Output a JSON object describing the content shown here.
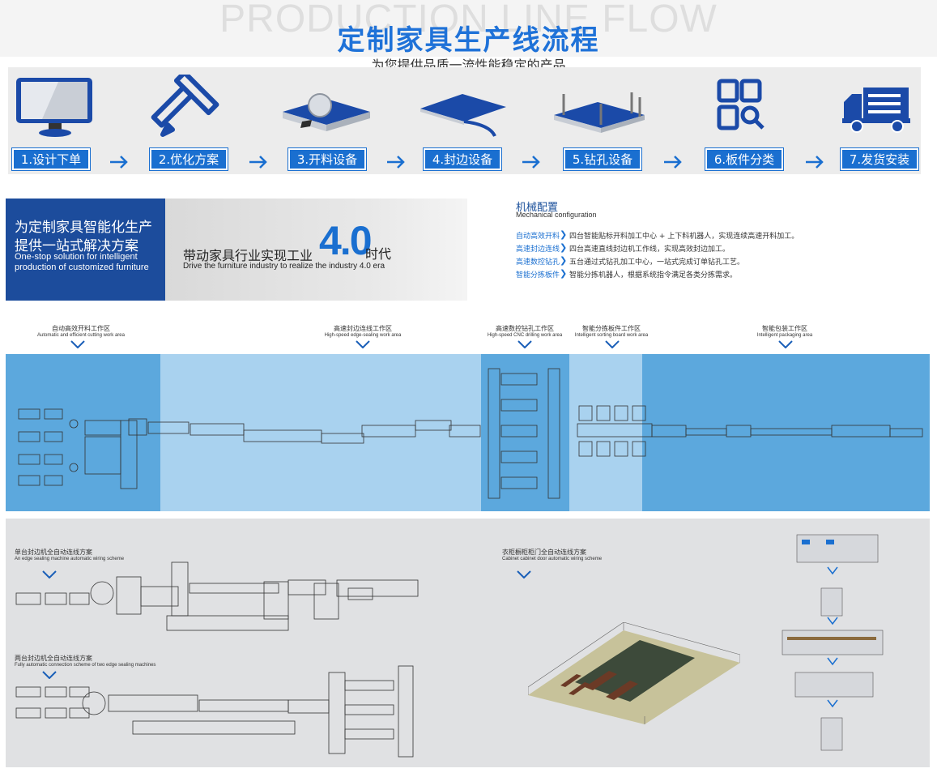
{
  "header": {
    "background_word": "PRODUCTION LINE FLOW",
    "title": "定制家具生产线流程",
    "subtitle": "为您提供品质一流性能稳定的产品"
  },
  "steps": [
    {
      "label": "1.设计下单",
      "icon": "monitor-icon"
    },
    {
      "label": "2.优化方案",
      "icon": "pencil-ruler-icon"
    },
    {
      "label": "3.开料设备",
      "icon": "saw-board-icon"
    },
    {
      "label": "4.封边设备",
      "icon": "edge-banding-icon"
    },
    {
      "label": "5.钻孔设备",
      "icon": "drill-board-icon"
    },
    {
      "label": "6.板件分类",
      "icon": "sort-search-icon"
    },
    {
      "label": "7.发货安装",
      "icon": "truck-icon"
    }
  ],
  "solution": {
    "cn_line1": "为定制家具智能化生产",
    "cn_line2": "提供一站式解决方案",
    "en_line1": "One-stop solution for intelligent",
    "en_line2": "production of customized furniture",
    "era_prefix": "带动家具行业实现工业",
    "era_number": "4.0",
    "era_suffix": "时代",
    "era_en": "Drive the furniture industry to realize the industry 4.0 era"
  },
  "mechanical": {
    "title": "机械配置",
    "subtitle": "Mechanical configuration",
    "items": [
      {
        "key": "自动高效开料",
        "desc": "四台智能贴标开料加工中心 + 上下料机器人，实现连续高速开料加工。"
      },
      {
        "key": "高速封边连线",
        "desc": "四台高速直线封边机工作线，实现高效封边加工。"
      },
      {
        "key": "高速数控钻孔",
        "desc": "五台通过式钻孔加工中心，一站式完成订单钻孔工艺。"
      },
      {
        "key": "智能分拣板件",
        "desc": "智能分拣机器人，根据系统指令满足各类分拣需求。"
      }
    ]
  },
  "zones": [
    {
      "cn": "自动高效开料工作区",
      "en": "Automatic and efficient cutting work area"
    },
    {
      "cn": "高速封边连线工作区",
      "en": "High-speed edge-sealing work area"
    },
    {
      "cn": "高速数控钻孔工作区",
      "en": "High-speed CNC drilling work area"
    },
    {
      "cn": "智能分拣板件工作区",
      "en": "Intelligent sorting board work area"
    },
    {
      "cn": "智能包装工作区",
      "en": "Intelligent packaging area"
    }
  ],
  "lower": {
    "single": {
      "cn": "单台封边机全自动连线方案",
      "en": "An edge sealing machine automatic wiring scheme"
    },
    "double": {
      "cn": "两台封边机全自动连线方案",
      "en": "Fully automatic connection scheme of two edge sealing machines"
    },
    "cabinet": {
      "cn": "衣柜橱柜柜门全自动连线方案",
      "en": "Cabinet cabinet door automatic wiring scheme"
    }
  },
  "colors": {
    "brand_blue": "#1a6fd0",
    "dark_blue": "#1c4c9c",
    "zone_dark": "#5ca8dd",
    "zone_light": "#a9d2ef"
  }
}
